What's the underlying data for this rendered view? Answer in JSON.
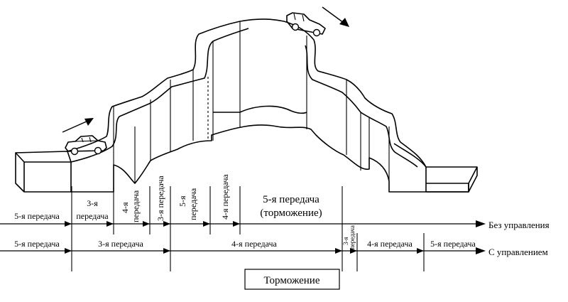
{
  "lines": {
    "top_label": "Без управления",
    "bottom_label": "С управлением"
  },
  "no_control": {
    "seg1": "5-я передача",
    "seg2_a": "3-я",
    "seg2_b": "передача",
    "seg3_a": "4-я",
    "seg3_b": "передача",
    "seg4": "3-я передача",
    "seg5_a": "5-я",
    "seg5_b": "передача",
    "seg6": "4-я передача",
    "seg7_a": "5-я передача",
    "seg7_b": "(торможение)"
  },
  "with_control": {
    "seg1": "5-я передача",
    "seg2": "3-я передача",
    "seg3": "4-я передача",
    "seg4_a": "3-я",
    "seg4_b": "передача",
    "seg5": "4-я передача",
    "seg6": "5-я передача"
  },
  "braking_box": "Торможение"
}
